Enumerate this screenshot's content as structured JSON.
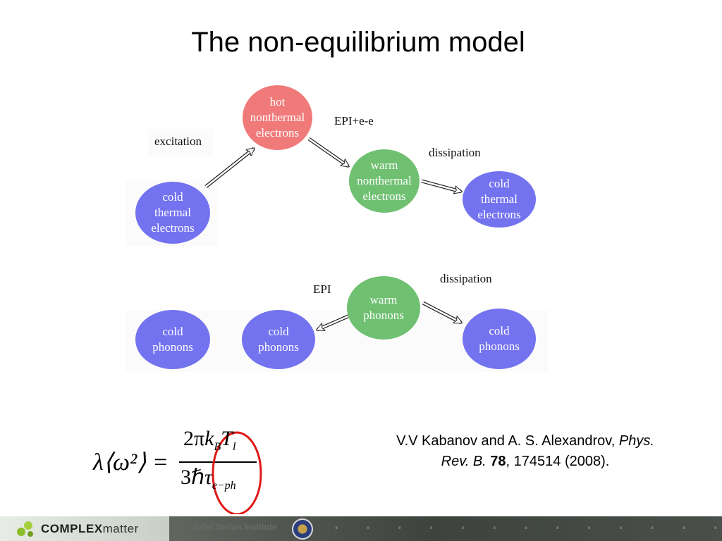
{
  "title": "The non-equilibrium model",
  "diagram": {
    "nodes": {
      "hot_nonthermal_electrons": [
        "hot",
        "nonthermal",
        "electrons"
      ],
      "cold_thermal_electrons_left": [
        "cold",
        "thermal",
        "electrons"
      ],
      "warm_nonthermal_electrons": [
        "warm",
        "nonthermal",
        "electrons"
      ],
      "cold_thermal_electrons_right": [
        "cold",
        "thermal",
        "electrons"
      ],
      "cold_phonons_left": [
        "cold",
        "phonons"
      ],
      "cold_phonons_middle": [
        "cold",
        "phonons"
      ],
      "warm_phonons": [
        "warm",
        "phonons"
      ],
      "cold_phonons_right": [
        "cold",
        "phonons"
      ]
    },
    "labels": {
      "excitation": "excitation",
      "epi_ee": "EPI+e-e",
      "dissipation_top": "dissipation",
      "epi": "EPI",
      "dissipation_bottom": "dissipation"
    },
    "colors": {
      "cold": "#7373f0",
      "hot": "#f07a7a",
      "warm": "#6fc071"
    }
  },
  "formula": {
    "lhs": "λ⟨ω²⟩ =",
    "numerator": "2πk_B T_l",
    "denominator": "3ℏτ_e−ph"
  },
  "citation": {
    "authors": "V.V Kabanov and A. S. Alexandrov,",
    "journal": "Phys. Rev. B.",
    "volume": "78",
    "pages": "174514 (2008)."
  },
  "footer": {
    "logo_bold": "COMPLEX",
    "logo_light": "matter",
    "institute": "Jožef Stefan Institute"
  }
}
